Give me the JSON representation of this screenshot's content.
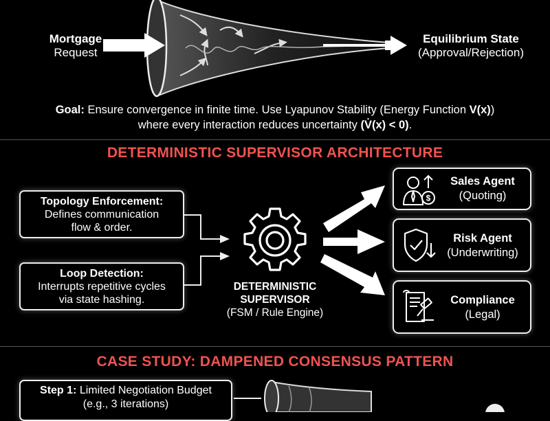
{
  "funnel": {
    "input_title": "Mortgage",
    "input_subtitle": "Request",
    "output_title": "Equilibrium State",
    "output_subtitle": "(Approval/Rejection)"
  },
  "goal": {
    "prefix": "Goal:",
    "line1_text": " Ensure convergence in finite time. Use Lyapunov Stability (Energy Function ",
    "line1_formula": "V(x)",
    "line1_end": ")",
    "line2_text": "where every interaction reduces uncertainty ",
    "line2_formula": "(V̇(x) < 0)",
    "line2_end": "."
  },
  "architecture": {
    "title": "DETERMINISTIC SUPERVISOR ARCHITECTURE",
    "topology": {
      "title": "Topology Enforcement:",
      "line1": "Defines communication",
      "line2": "flow & order."
    },
    "loop": {
      "title": "Loop Detection:",
      "line1": "Interrupts repetitive cycles",
      "line2": "via state hashing."
    },
    "supervisor": {
      "line1": "DETERMINISTIC",
      "line2": "SUPERVISOR",
      "line3": "(FSM / Rule Engine)"
    },
    "agents": [
      {
        "name": "Sales Agent",
        "role": "(Quoting)",
        "icon": "salesperson-dollar-icon"
      },
      {
        "name": "Risk Agent",
        "role": "(Underwriting)",
        "icon": "shield-check-icon"
      },
      {
        "name": "Compliance",
        "role": "(Legal)",
        "icon": "gavel-document-icon"
      }
    ]
  },
  "case_study": {
    "title": "CASE STUDY: DAMPENED CONSENSUS PATTERN",
    "step1_label": "Step 1:",
    "step1_text": " Limited Negotiation Budget",
    "step1_sub": "(e.g., 3 iterations)"
  },
  "colors": {
    "accent_red": "#ef5350",
    "line": "#eeeeee",
    "background": "#000000"
  }
}
